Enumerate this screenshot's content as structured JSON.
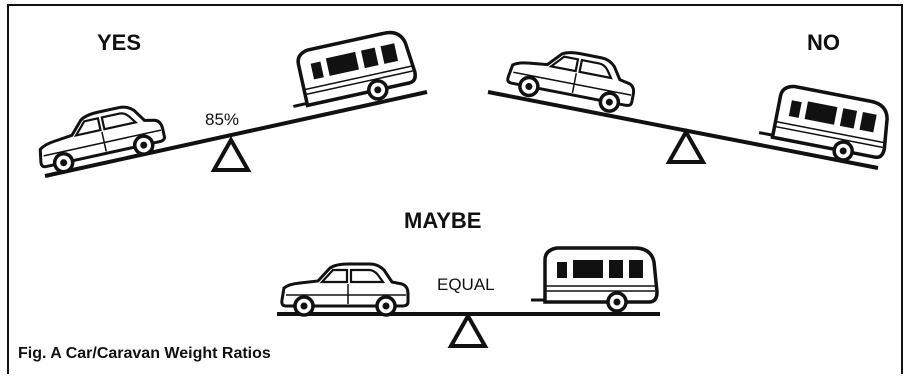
{
  "scenarios": {
    "yes": {
      "verdict": "YES",
      "ratio_label": "85%"
    },
    "no": {
      "verdict": "NO"
    },
    "maybe": {
      "verdict": "MAYBE",
      "ratio_label": "EQUAL"
    }
  },
  "caption": "Fig. A Car/Caravan Weight Ratios"
}
